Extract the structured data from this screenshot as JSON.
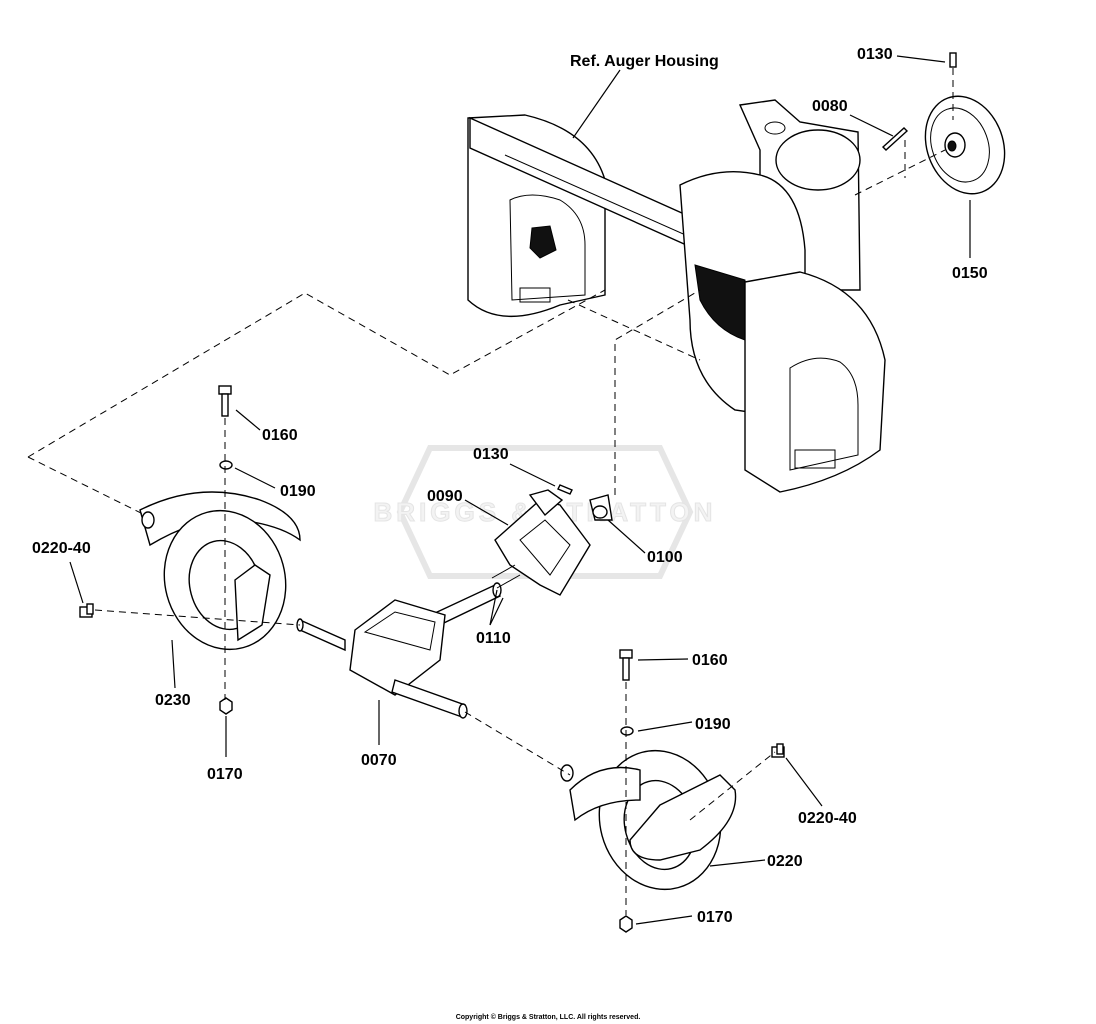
{
  "diagram": {
    "title": "Ref. Auger Housing",
    "watermark": "BRIGGS & STRATTON",
    "copyright": "Copyright © Briggs & Stratton, LLC. All rights reserved.",
    "labels": {
      "p0130_top": "0130",
      "p0080": "0080",
      "p0150": "0150",
      "p0160_left": "0160",
      "p0190_left": "0190",
      "p0130_mid": "0130",
      "p0090": "0090",
      "p0100": "0100",
      "p0220_40_left": "0220-40",
      "p0110": "0110",
      "p0230": "0230",
      "p0070": "0070",
      "p0170_left": "0170",
      "p0160_right": "0160",
      "p0190_right": "0190",
      "p0220_40_right": "0220-40",
      "p0220": "0220",
      "p0170_right": "0170"
    }
  }
}
